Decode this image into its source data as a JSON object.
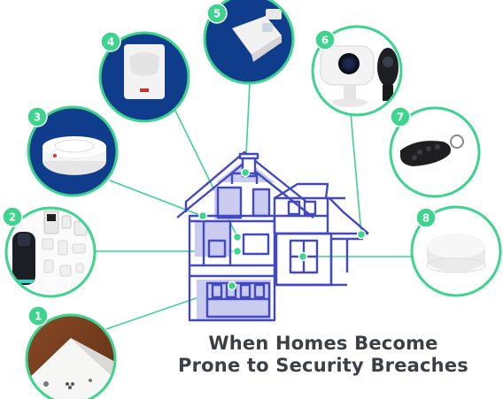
{
  "title": {
    "line1": "When Homes Become",
    "line2": "Prone to Security Breaches"
  },
  "colors": {
    "green": "#3dd48e",
    "navy": "#0f3d8c",
    "house_outline": "#4349c2",
    "house_fill": "#c9cbef",
    "title_text": "#3c3f45"
  },
  "devices": [
    {
      "number": "1",
      "device": "doorbell-sensor",
      "background": "wood"
    },
    {
      "number": "2",
      "device": "alarm-kit",
      "background": "white"
    },
    {
      "number": "3",
      "device": "smoke-detector",
      "background": "navy"
    },
    {
      "number": "4",
      "device": "motion-sensor",
      "background": "navy"
    },
    {
      "number": "5",
      "device": "corner-motion-sensor",
      "background": "navy"
    },
    {
      "number": "6",
      "device": "security-cameras",
      "background": "white"
    },
    {
      "number": "7",
      "device": "key-fob-remote",
      "background": "white"
    },
    {
      "number": "8",
      "device": "wifi-router-puck",
      "background": "white"
    }
  ]
}
